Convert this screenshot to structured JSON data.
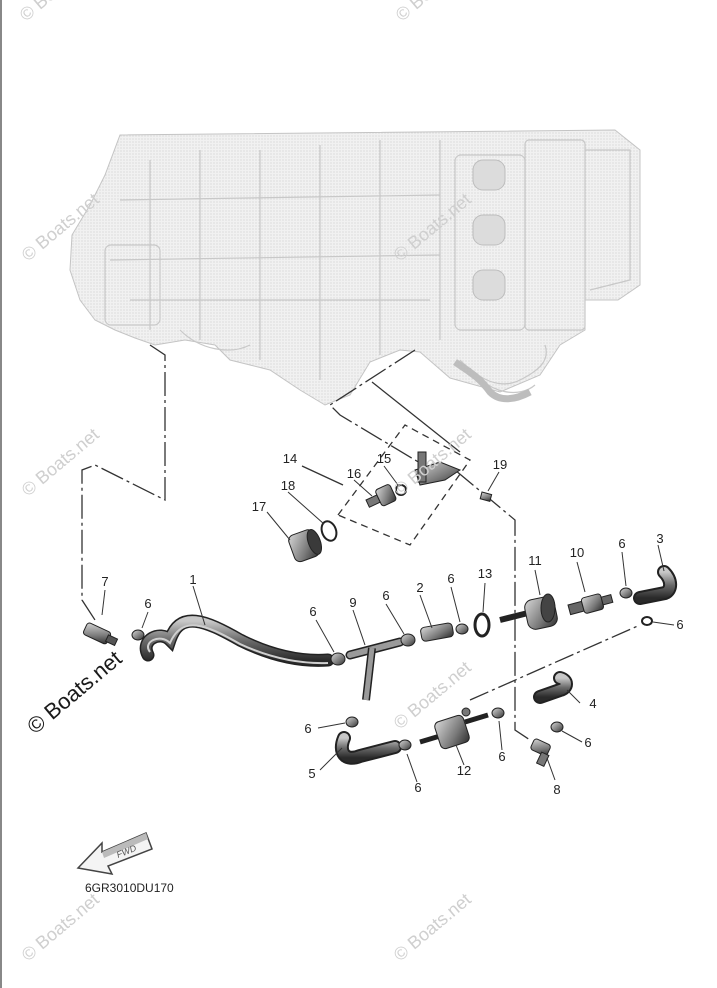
{
  "diagram": {
    "drawing_code": "6GR3010DU170",
    "direction_label": "FWD",
    "watermark_text": "© Boats.net",
    "callouts": [
      "1",
      "2",
      "3",
      "4",
      "5",
      "6",
      "6",
      "6",
      "6",
      "6",
      "6",
      "6",
      "6",
      "6",
      "6",
      "7",
      "8",
      "9",
      "10",
      "11",
      "12",
      "13",
      "14",
      "15",
      "16",
      "17",
      "18",
      "19"
    ]
  },
  "colors": {
    "engine_fill": "#ececec",
    "line": "#333333",
    "part_fill": "#8a8a8a"
  }
}
